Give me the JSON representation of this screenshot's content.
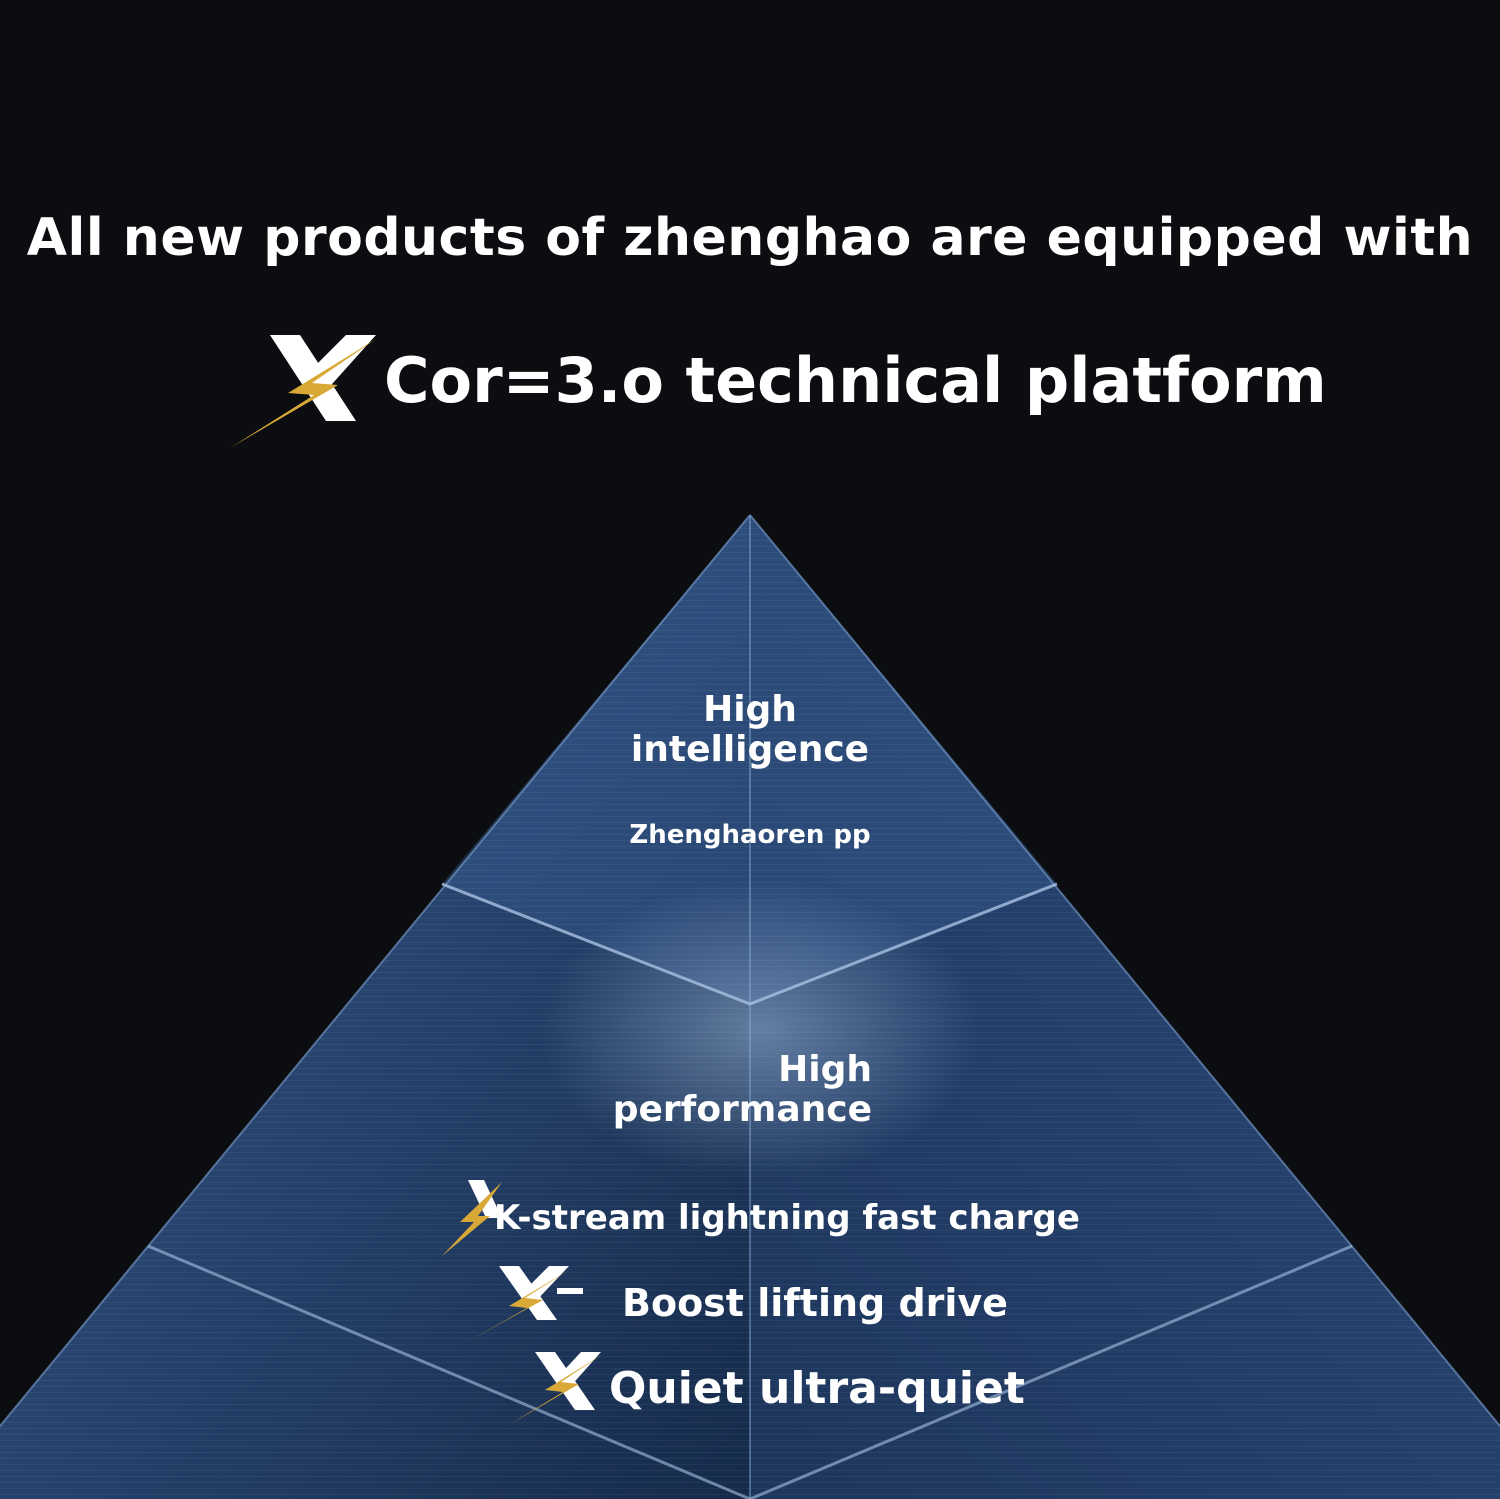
{
  "headline": "All new products of zhenghao are equipped with",
  "platform": {
    "logo_icon": "x-lightning-logo-icon",
    "text": "Cor=3.o technical platform"
  },
  "pyramid": {
    "top_tier": {
      "title_line1": "High",
      "title_line2": "intelligence",
      "subtitle": "Zhenghaoren pp"
    },
    "middle_tier": {
      "title_line1": "High",
      "title_line2": "performance",
      "features": [
        {
          "icon": "x-lightning-logo-icon",
          "label": "K-stream lightning fast charge"
        },
        {
          "icon": "x-lightning-logo-icon",
          "label": "Boost lifting drive"
        },
        {
          "icon": "x-lightning-logo-icon",
          "label": "Quiet ultra-quiet"
        }
      ]
    }
  },
  "colors": {
    "background": "#0c0d10",
    "pyramid_blue": "#2a4a78",
    "gold": "#d9a937",
    "text": "#ffffff"
  }
}
